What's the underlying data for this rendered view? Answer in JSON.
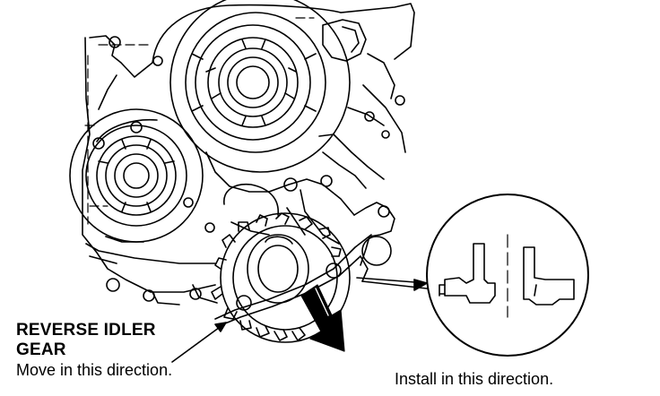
{
  "labels": {
    "part_name": "REVERSE IDLER\nGEAR",
    "move_instruction": "Move in this direction.",
    "install_instruction": "Install in this direction."
  },
  "colors": {
    "line": "#000000",
    "background": "#ffffff"
  }
}
